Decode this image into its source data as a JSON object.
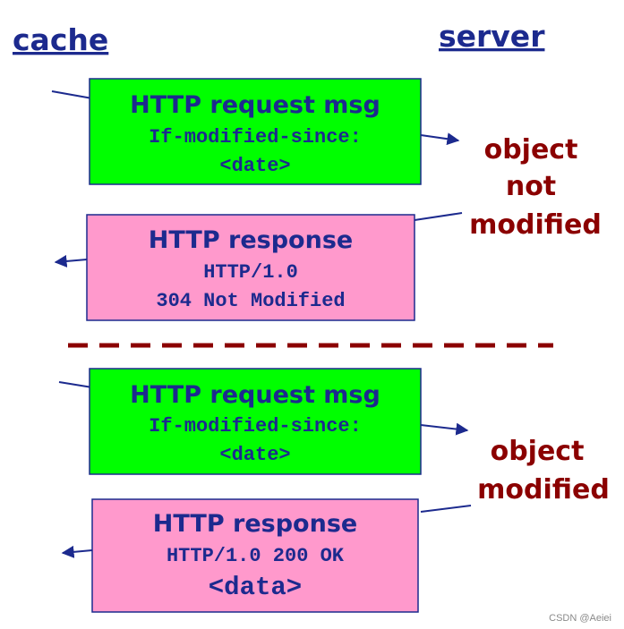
{
  "headers": {
    "left": "cache",
    "right": "server"
  },
  "exchange1": {
    "request": {
      "title": "HTTP request msg",
      "line1": "If-modified-since:",
      "line2": "<date>"
    },
    "response": {
      "title": "HTTP response",
      "line1": "HTTP/1.0",
      "line2": "304 Not Modified"
    },
    "note": [
      "object",
      "not",
      "modified"
    ]
  },
  "exchange2": {
    "request": {
      "title": "HTTP request msg",
      "line1": "If-modified-since:",
      "line2": "<date>"
    },
    "response": {
      "title": "HTTP response",
      "line1": "HTTP/1.0 200 OK",
      "line2": "<data>"
    },
    "note": [
      "object",
      "modified"
    ]
  },
  "watermark": "CSDN @Aeiei",
  "colors": {
    "request_box": "#00ff00",
    "response_box": "#ff99cc",
    "text": "#1c2a8e",
    "note": "#8b0000"
  }
}
